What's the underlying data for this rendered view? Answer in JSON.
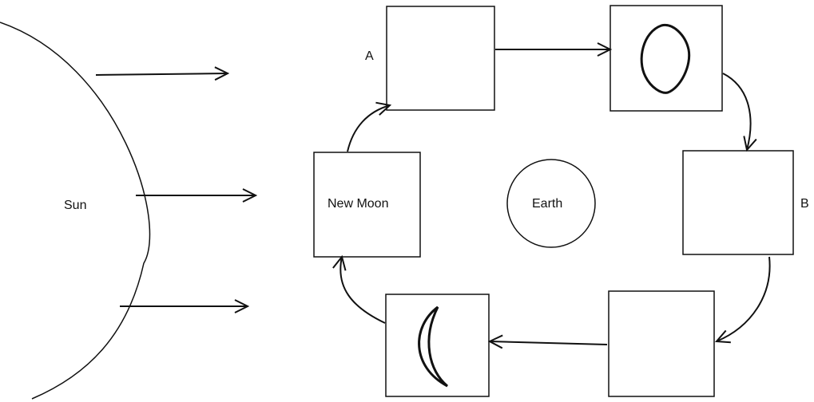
{
  "diagram": {
    "sun_label": "Sun",
    "earth_label": "Earth",
    "new_moon_label": "New Moon",
    "label_a": "A",
    "label_b": "B",
    "stroke_color": "#111111",
    "background_color": "#ffffff"
  }
}
